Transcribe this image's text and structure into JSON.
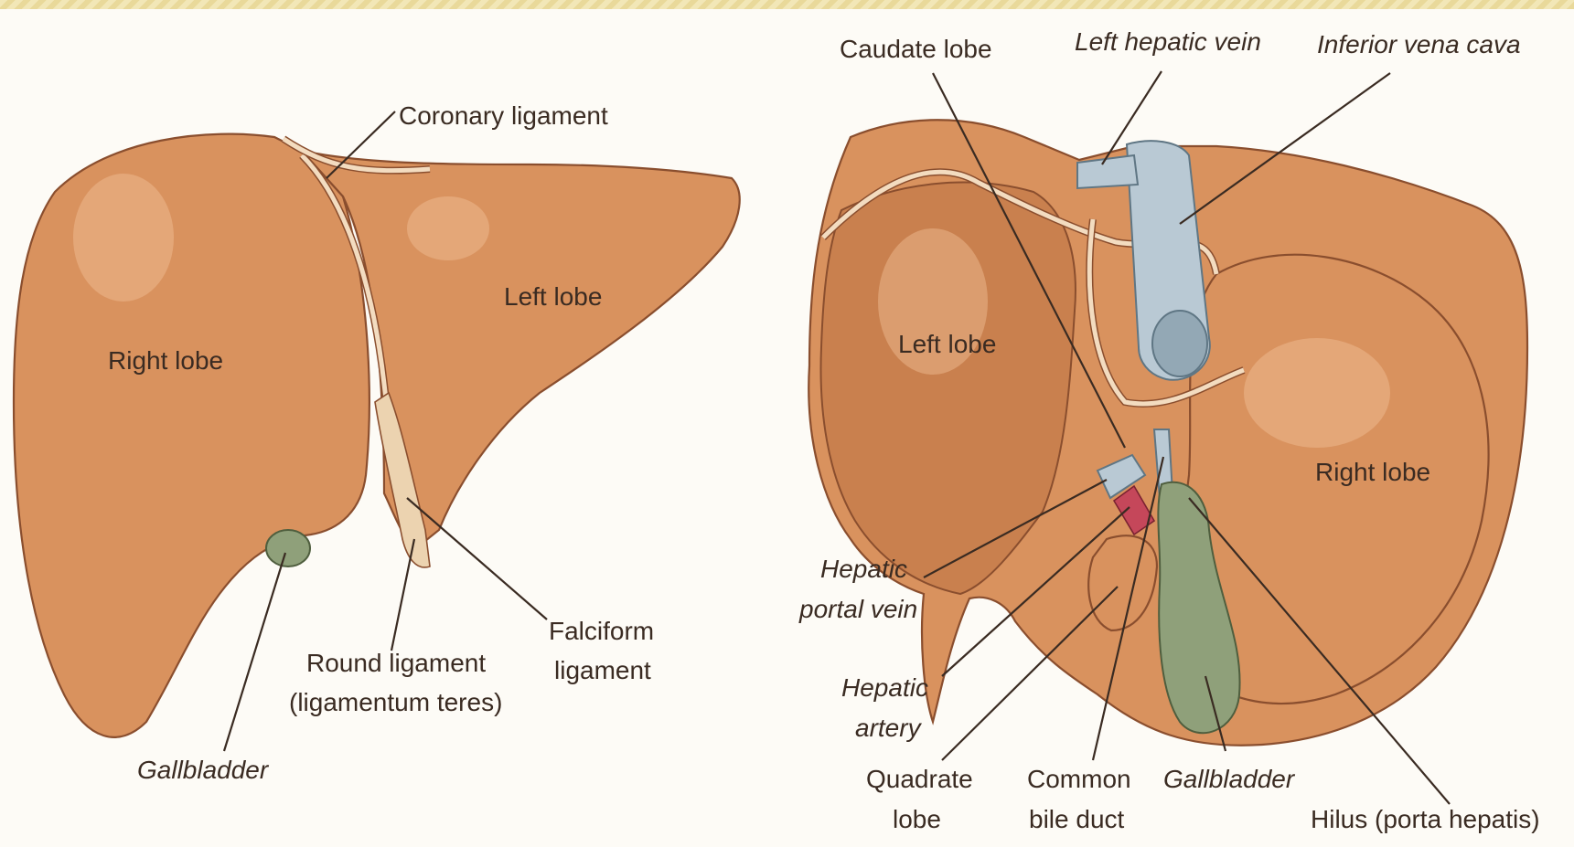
{
  "colors": {
    "liver": "#d9925e",
    "liver_outline": "#8a4e2e",
    "gallbladder": "#8fa07a",
    "vena_cava": "#b9c9d4",
    "artery": "#c5475a",
    "background": "#fdfbf6",
    "label_text": "#3a2b22"
  },
  "anterior_view": {
    "labels": {
      "coronary_ligament": "Coronary ligament",
      "right_lobe": "Right lobe",
      "left_lobe": "Left lobe",
      "falciform_ligament_1": "Falciform",
      "falciform_ligament_2": "ligament",
      "round_ligament_1": "Round ligament",
      "round_ligament_2": "(ligamentum teres)",
      "gallbladder": "Gallbladder"
    }
  },
  "posterior_view": {
    "labels": {
      "caudate_lobe": "Caudate lobe",
      "left_hepatic_vein": "Left hepatic vein",
      "inferior_vena_cava": "Inferior vena cava",
      "left_lobe": "Left lobe",
      "right_lobe": "Right lobe",
      "hepatic_portal_vein_1": "Hepatic",
      "hepatic_portal_vein_2": "portal vein",
      "hepatic_artery_1": "Hepatic",
      "hepatic_artery_2": "artery",
      "quadrate_lobe_1": "Quadrate",
      "quadrate_lobe_2": "lobe",
      "common_bile_duct_1": "Common",
      "common_bile_duct_2": "bile duct",
      "gallbladder": "Gallbladder",
      "hilus": "Hilus (porta hepatis)"
    }
  }
}
